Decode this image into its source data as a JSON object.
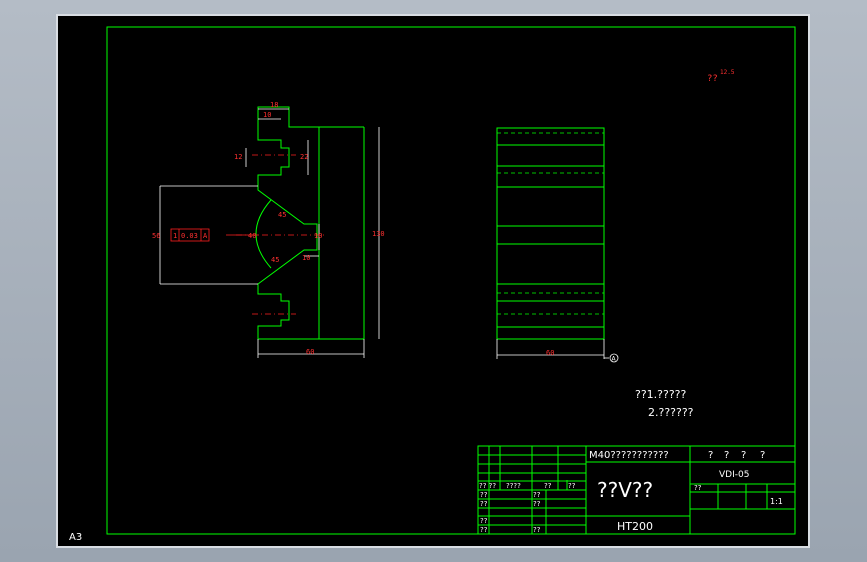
{
  "sheet": {
    "paper_size": "A3",
    "roughness_mark": "?? ",
    "roughness_value": "12.5"
  },
  "dimensions": {
    "top_w1": "18",
    "top_w2": "10",
    "slot_h1": "12",
    "slot_h2": "22",
    "overall_h_left": "56",
    "tolerance_a": "1",
    "tolerance_b": "0.03",
    "tolerance_c": "A",
    "v_depth": "40",
    "angle_a": "45",
    "angle_b": "45",
    "tip_w": "10",
    "tip_h": "10",
    "height_right": "130",
    "width_front": "60",
    "width_side": "60",
    "datum": "A"
  },
  "notes": {
    "line1": "??1.?????",
    "line2": "2.??????"
  },
  "title_block": {
    "title_row": "M40???????????",
    "part_name": "??V??",
    "material": "HT200",
    "drawing_no": "VDI-05",
    "scale_label": "??",
    "scale_value": "1:1",
    "small_cells": [
      "?? ??",
      "????",
      "??",
      "??",
      "??",
      "??",
      "??",
      "??",
      "??",
      "??",
      "??"
    ],
    "marks": [
      "?",
      "?",
      "?",
      "?"
    ]
  }
}
